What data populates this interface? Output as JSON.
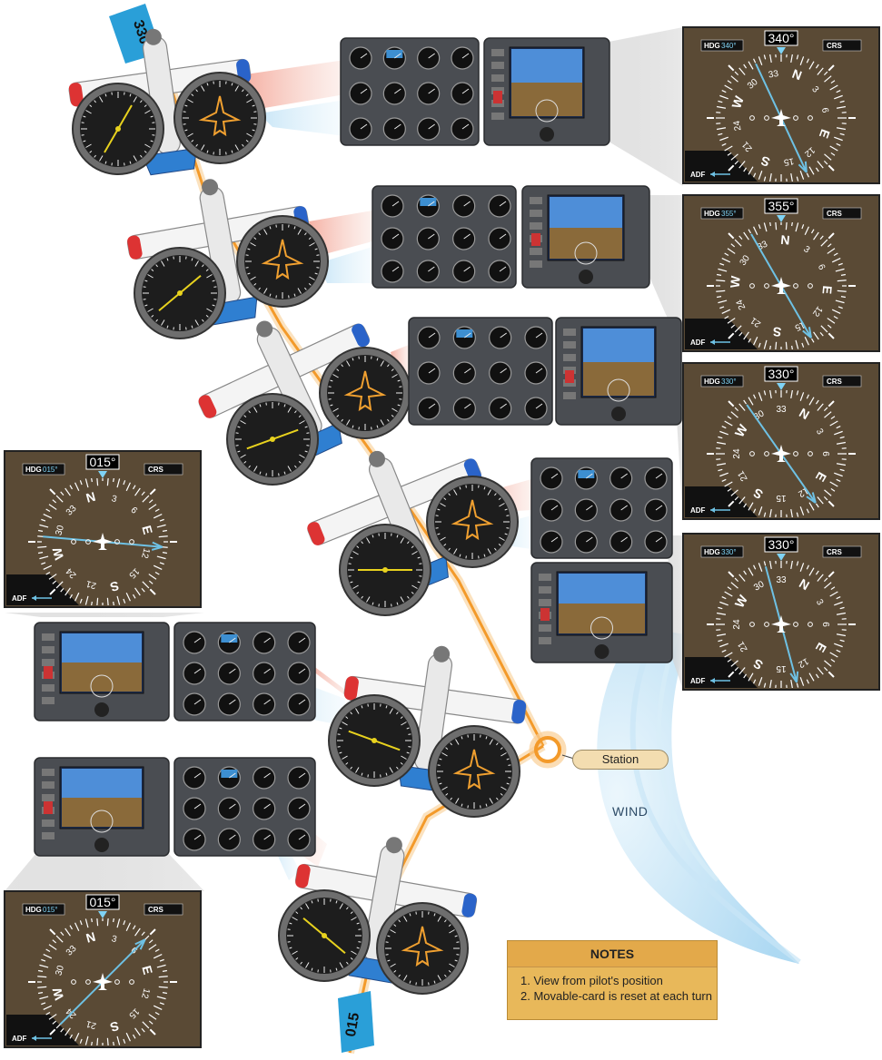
{
  "notes": {
    "title": "NOTES",
    "items": [
      "1. View from pilot's position",
      "2. Movable-card is reset at each turn"
    ]
  },
  "station_label": "Station",
  "wind_label": "WIND",
  "tail_labels": {
    "top": "330°",
    "bottom": "015"
  },
  "hsi_displays": [
    {
      "heading": "340°",
      "hdg_label": "HDG",
      "hdg_value": "340°",
      "crs_label": "CRS",
      "adf_label": "ADF",
      "card_heading": 340,
      "needle_bearing": 155
    },
    {
      "heading": "355°",
      "hdg_label": "HDG",
      "hdg_value": "355°",
      "crs_label": "CRS",
      "adf_label": "ADF",
      "card_heading": 355,
      "needle_bearing": 150
    },
    {
      "heading": "330°",
      "hdg_label": "HDG",
      "hdg_value": "330°",
      "crs_label": "CRS",
      "adf_label": "ADF",
      "card_heading": 330,
      "needle_bearing": 145
    },
    {
      "heading": "330°",
      "hdg_label": "HDG",
      "hdg_value": "330°",
      "crs_label": "CRS",
      "adf_label": "ADF",
      "card_heading": 330,
      "needle_bearing": 165
    },
    {
      "heading": "015°",
      "hdg_label": "HDG",
      "hdg_value": "015°",
      "crs_label": "CRS",
      "adf_label": "ADF",
      "card_heading": 15,
      "needle_bearing": 95
    },
    {
      "heading": "015°",
      "hdg_label": "HDG",
      "hdg_value": "015°",
      "crs_label": "CRS",
      "adf_label": "ADF",
      "card_heading": 15,
      "needle_bearing": 45
    }
  ],
  "card_labels": [
    "N",
    "3",
    "6",
    "E",
    "12",
    "15",
    "S",
    "21",
    "24",
    "W",
    "30",
    "33"
  ],
  "colors": {
    "hsi_background": "#5a4a35",
    "needle": "#6ec1e4",
    "track": "#f39a2a",
    "station_ring": "#f39a2a",
    "wind": "#a9d7f2",
    "notes_bg": "#e8b85a"
  }
}
